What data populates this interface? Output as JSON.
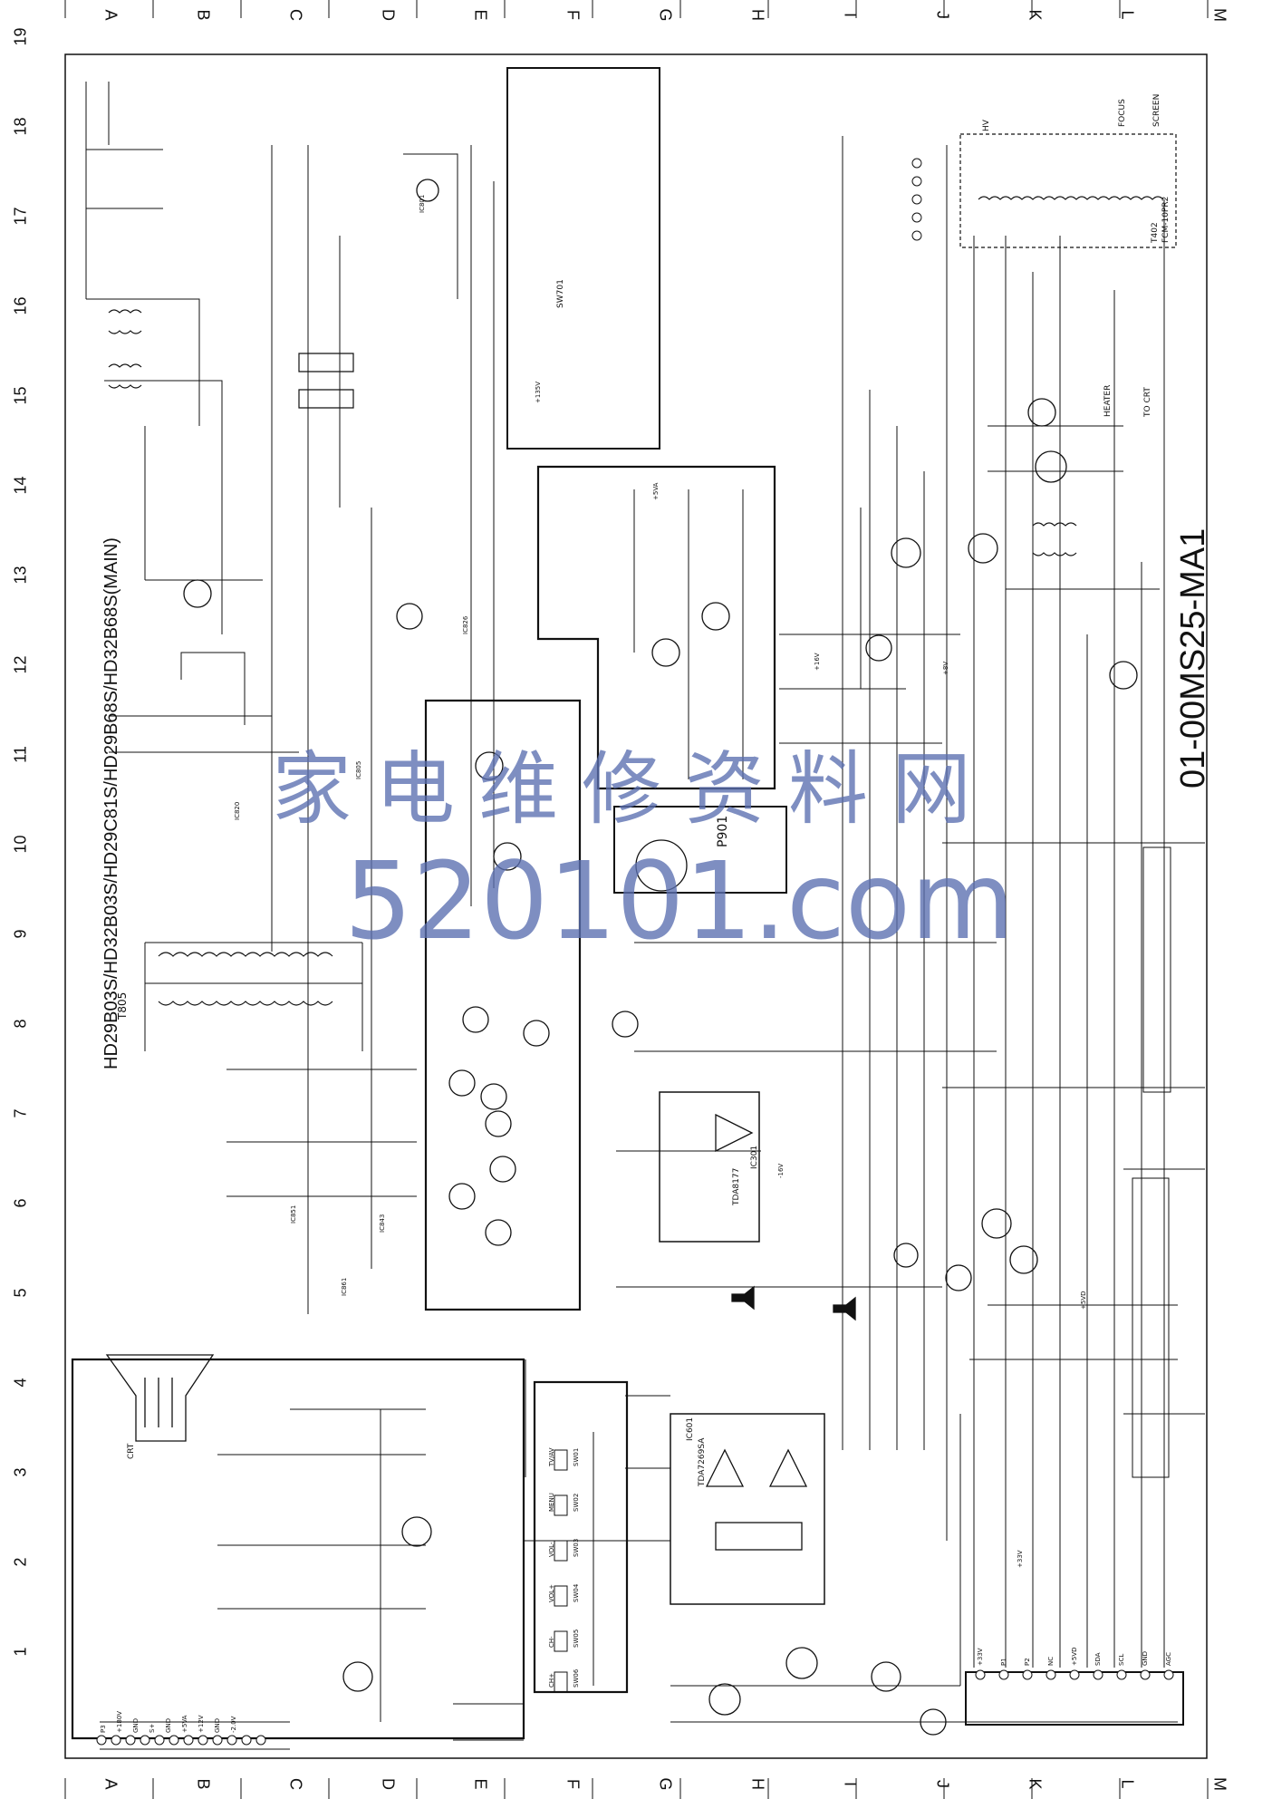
{
  "grid": {
    "letters": [
      "A",
      "B",
      "C",
      "D",
      "E",
      "F",
      "G",
      "H",
      "I",
      "J",
      "K",
      "L",
      "M"
    ],
    "numbers": [
      "19",
      "18",
      "17",
      "16",
      "15",
      "14",
      "13",
      "12",
      "11",
      "10",
      "9",
      "8",
      "7",
      "6",
      "5",
      "4",
      "3",
      "2",
      "1"
    ]
  },
  "title": {
    "models": "HD29B03S/HD32B03S/HD29C81S/HD29B68S/HD32B68S(MAIN)",
    "doc_number": "01-00MS25-MA1"
  },
  "watermark": {
    "chinese": "家电维修资料网",
    "url": "520101.com"
  },
  "components": {
    "ic_audio": "TDA7269SA",
    "ic_vertical": "TDA8177",
    "ic_audio_ref": "IC601",
    "ic_vert_ref": "IC301",
    "flyback": "T402",
    "flyback_part": "FCM-10PR2",
    "pcb_slim": "P901",
    "focus": "FOCUS",
    "screen": "SCREEN",
    "hv": "HV",
    "transformer_main": "T805",
    "crt_socket": "CRT",
    "power_switch": "SW701",
    "keys": [
      "TV/AV",
      "MENU",
      "VOL-",
      "VOL+",
      "CH-",
      "CH+"
    ],
    "keys_refs": [
      "SW01",
      "SW02",
      "SW03",
      "SW04",
      "SW05",
      "SW06"
    ],
    "heater": "HEATER",
    "to_crt": "TO CRT",
    "supply": [
      "+135V",
      "+33V",
      "+16V",
      "+8V",
      "+5VA",
      "+5VD",
      "-16V"
    ],
    "connector_left": [
      "P3",
      "+180V",
      "GND",
      "S+",
      "GND",
      "+5VA",
      "+12V",
      "GND",
      "-2.0V"
    ],
    "connector_bottom": [
      "+33V",
      "P1",
      "P2",
      "NC",
      "+5VD",
      "SDA",
      "SCL",
      "GND",
      "AGC"
    ],
    "ic_labels": [
      "IC820",
      "IC801",
      "IC805",
      "IC843",
      "IC826",
      "IC851",
      "IC861"
    ]
  }
}
